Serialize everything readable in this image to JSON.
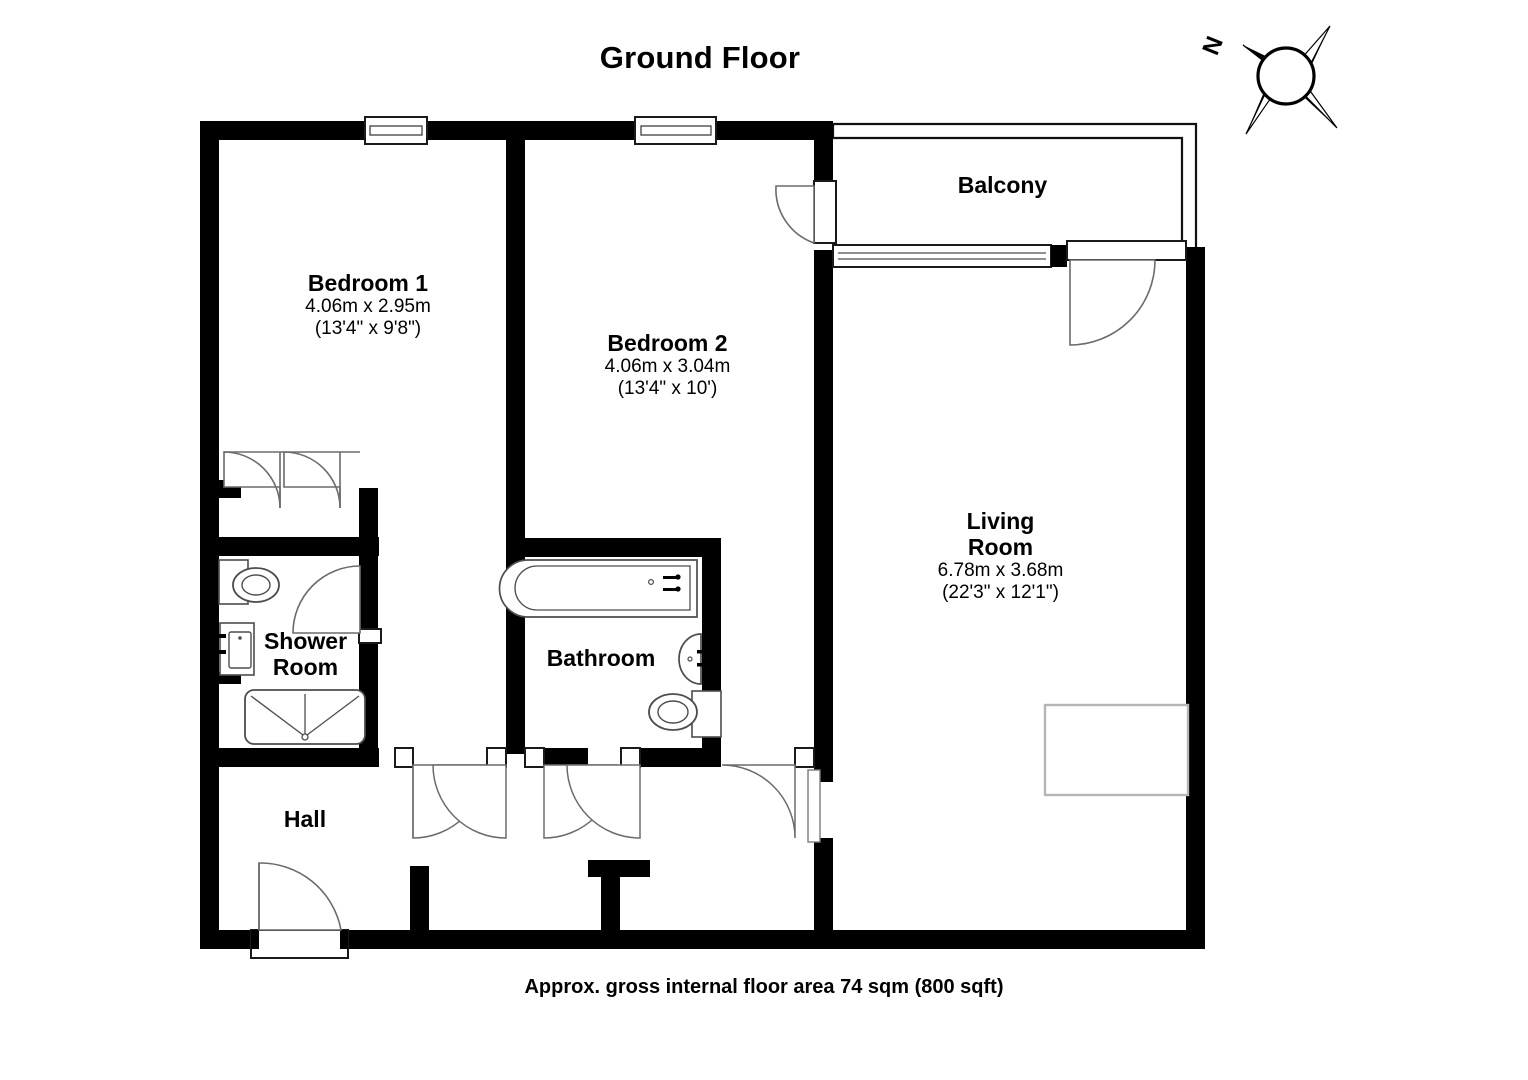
{
  "title": "Ground Floor",
  "footer": "Approx. gross internal floor area 74 sqm (800 sqft)",
  "compass": {
    "label": "N",
    "name": "north-arrow"
  },
  "rooms": [
    {
      "key": "bedroom1",
      "name": "Bedroom 1",
      "metric": "4.06m x 2.95m",
      "imperial": "(13'4\" x 9'8\")"
    },
    {
      "key": "bedroom2",
      "name": "Bedroom 2",
      "metric": "4.06m x 3.04m",
      "imperial": "(13'4\" x 10')"
    },
    {
      "key": "living",
      "name": "Living\nRoom",
      "metric": "6.78m x 3.68m",
      "imperial": "(22'3\" x 12'1\")"
    },
    {
      "key": "balcony",
      "name": "Balcony",
      "metric": "",
      "imperial": ""
    },
    {
      "key": "shower",
      "name": "Shower\nRoom",
      "metric": "",
      "imperial": ""
    },
    {
      "key": "bathroom",
      "name": "Bathroom",
      "metric": "",
      "imperial": ""
    },
    {
      "key": "hall",
      "name": "Hall",
      "metric": "",
      "imperial": ""
    }
  ],
  "colors": {
    "wall": "#000000",
    "background": "#ffffff",
    "fixture_stroke": "#4d4d4d",
    "thin_wall": "#1a1a1a"
  },
  "fixtures": [
    {
      "name": "bathtub",
      "room": "bathroom"
    },
    {
      "name": "toilet",
      "room": "bathroom"
    },
    {
      "name": "wash-basin",
      "room": "bathroom"
    },
    {
      "name": "toilet",
      "room": "shower"
    },
    {
      "name": "wash-basin",
      "room": "shower"
    },
    {
      "name": "shower-tray",
      "room": "shower"
    },
    {
      "name": "radiator",
      "room": "living"
    },
    {
      "name": "wardrobe",
      "room": "bedroom1"
    }
  ],
  "openings": [
    {
      "name": "window-bedroom1-north"
    },
    {
      "name": "window-bedroom2-north"
    },
    {
      "name": "sliding-door-living-balcony"
    },
    {
      "name": "door-bedroom2-balcony"
    },
    {
      "name": "door-balcony-living"
    },
    {
      "name": "door-entrance-hall"
    },
    {
      "name": "door-hall-shower"
    },
    {
      "name": "door-hall-bedroom1"
    },
    {
      "name": "door-hall-bedroom2"
    },
    {
      "name": "door-hall-bathroom"
    },
    {
      "name": "door-hall-living"
    },
    {
      "name": "door-shower-inner"
    },
    {
      "name": "doors-wardrobe-bedroom1"
    }
  ]
}
